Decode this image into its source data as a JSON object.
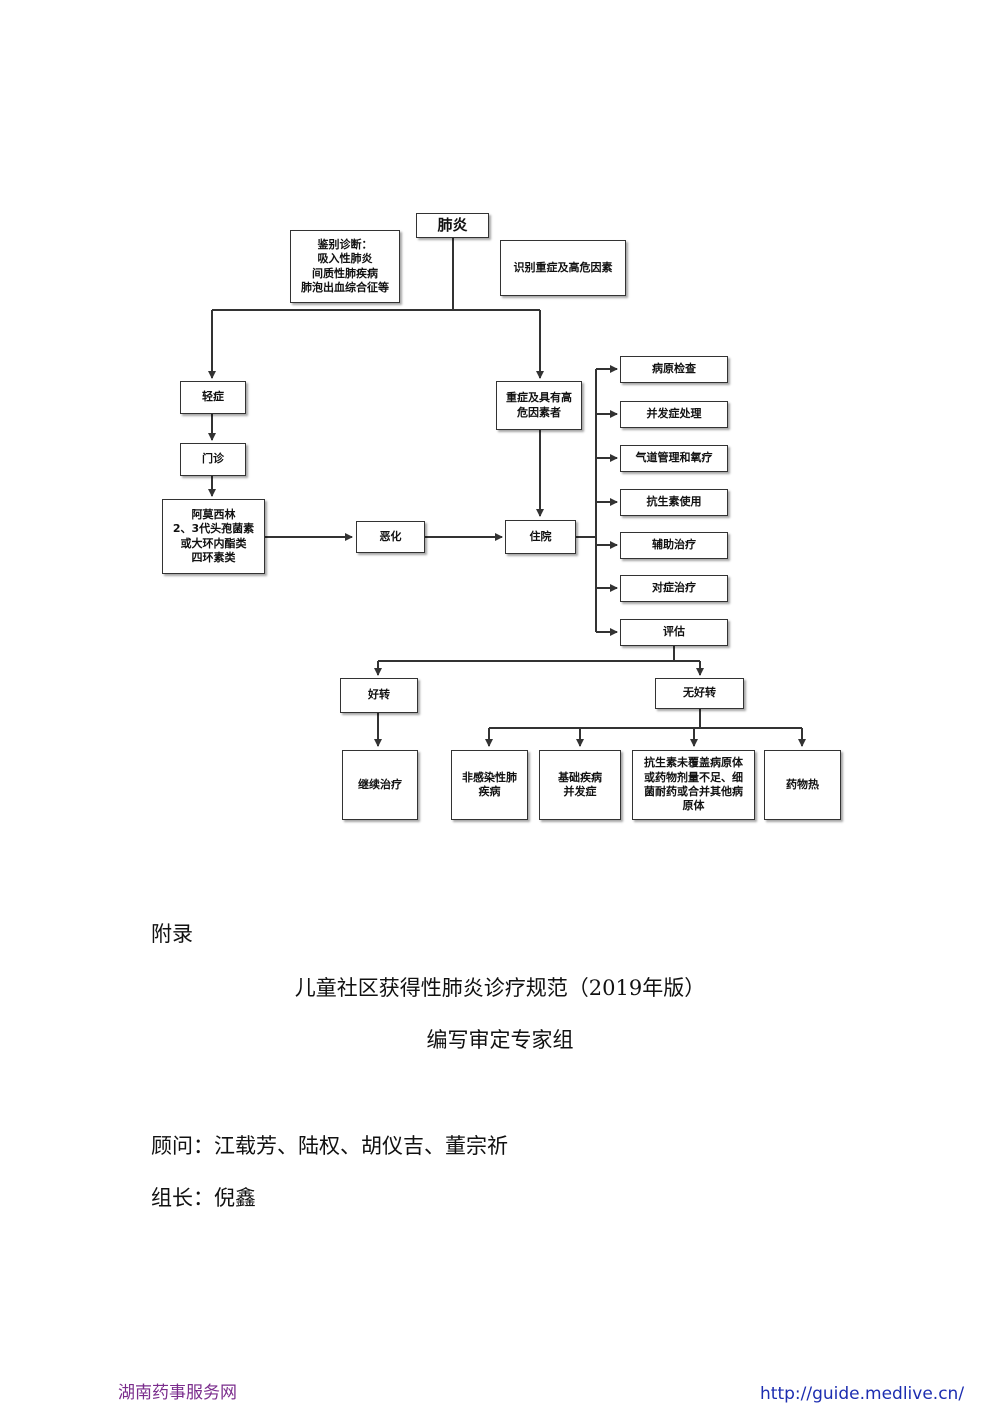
{
  "flowchart": {
    "root": "肺炎",
    "differential": "鉴别诊断：\n吸入性肺炎\n间质性肺疾病\n肺泡出血综合征等",
    "risk_identify": "识别重症及高危因素",
    "mild": "轻症",
    "severe": "重症及具有高\n危因素者",
    "outpatient": "门诊",
    "drugs": "阿莫西林\n2、3代头孢菌素\n或大环内酯类\n四环素类",
    "worsen": "恶化",
    "hospital": "住院",
    "treatments": [
      "病原检查",
      "并发症处理",
      "气道管理和氧疗",
      "抗生素使用",
      "辅助治疗",
      "对症治疗"
    ],
    "evaluate": "评估",
    "improve": "好转",
    "no_improve": "无好转",
    "continue": "继续治疗",
    "causes": [
      "非感染性肺\n疾病",
      "基础疾病\n并发症",
      "抗生素未覆盖病原体\n或药物剂量不足、细\n菌耐药或合并其他病\n原体",
      "药物热"
    ]
  },
  "document": {
    "appendix": "附录",
    "title": "儿童社区获得性肺炎诊疗规范（2019年版）",
    "group": "编写审定专家组",
    "advisors": "顾问：江载芳、陆权、胡仪吉、董宗祈",
    "leader": "组长：倪鑫"
  },
  "footer": {
    "left": "湖南药事服务网",
    "right": "http://guide.medlive.cn/"
  }
}
